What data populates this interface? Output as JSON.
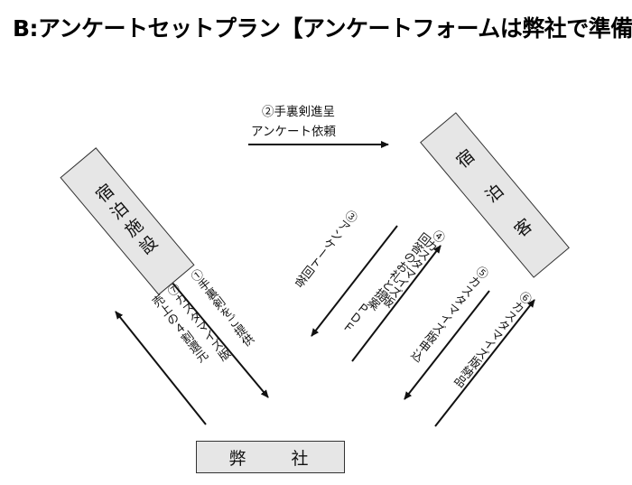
{
  "title": "B:アンケートセットプラン【アンケートフォームは弊社で準備】",
  "boxes": {
    "facility": "宿泊施設",
    "guest": "宿　泊　客",
    "company": "弊　　社"
  },
  "flows": {
    "f2_line1": "②手裏剣進呈",
    "f2_line2": "アンケート依頼",
    "f3": "③アンケート回答",
    "f4_line1": "④カスタマイズ版",
    "f4_line2": "回答のお礼と提案",
    "f4_line3": "ＰＤＦ",
    "f5": "⑤カスタマイズ版申込",
    "f6": "⑥カスタマイズ版納品",
    "f1": "①手裏剣をご提供",
    "f7_line1": "⑦カスタマイズ版",
    "f7_line2": "売上の４割還元"
  }
}
